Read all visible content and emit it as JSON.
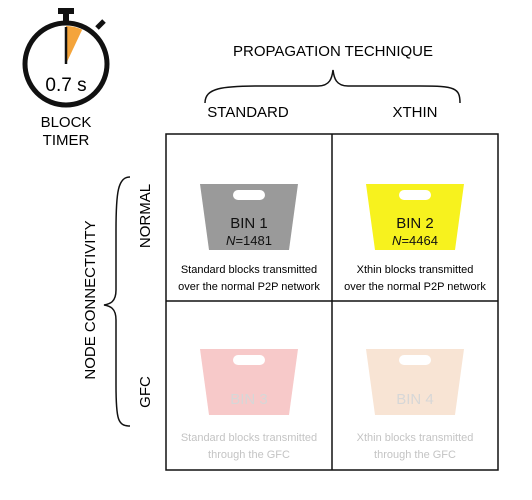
{
  "timer": {
    "value": "0.7 s",
    "label_line1": "BLOCK",
    "label_line2": "TIMER",
    "accent_color": "#f4a43b",
    "elapsed_fraction": 0.07
  },
  "propagation": {
    "title": "PROPAGATION TECHNIQUE",
    "columns": [
      "STANDARD",
      "XTHIN"
    ]
  },
  "connectivity": {
    "title": "NODE CONNECTIVITY",
    "rows": [
      "NORMAL",
      "GFC"
    ]
  },
  "bins": [
    {
      "name": "BIN 1",
      "n_prefix": "N",
      "n_value": "=1481",
      "color": "#9a9a9a",
      "opacity": 1,
      "caption_line1": "Standard blocks transmitted",
      "caption_line2": "over the normal P2P network"
    },
    {
      "name": "BIN 2",
      "n_prefix": "N",
      "n_value": "=4464",
      "color": "#f7f21e",
      "opacity": 1,
      "caption_line1": "Xthin blocks transmitted",
      "caption_line2": "over the normal P2P network"
    },
    {
      "name": "BIN 3",
      "color": "#f7c9c9",
      "opacity": 1,
      "caption_line1": "Standard blocks transmitted",
      "caption_line2": "through the GFC"
    },
    {
      "name": "BIN 4",
      "color": "#f8e4d4",
      "opacity": 1,
      "caption_line1": "Xthin blocks transmitted",
      "caption_line2": "through the GFC"
    }
  ]
}
